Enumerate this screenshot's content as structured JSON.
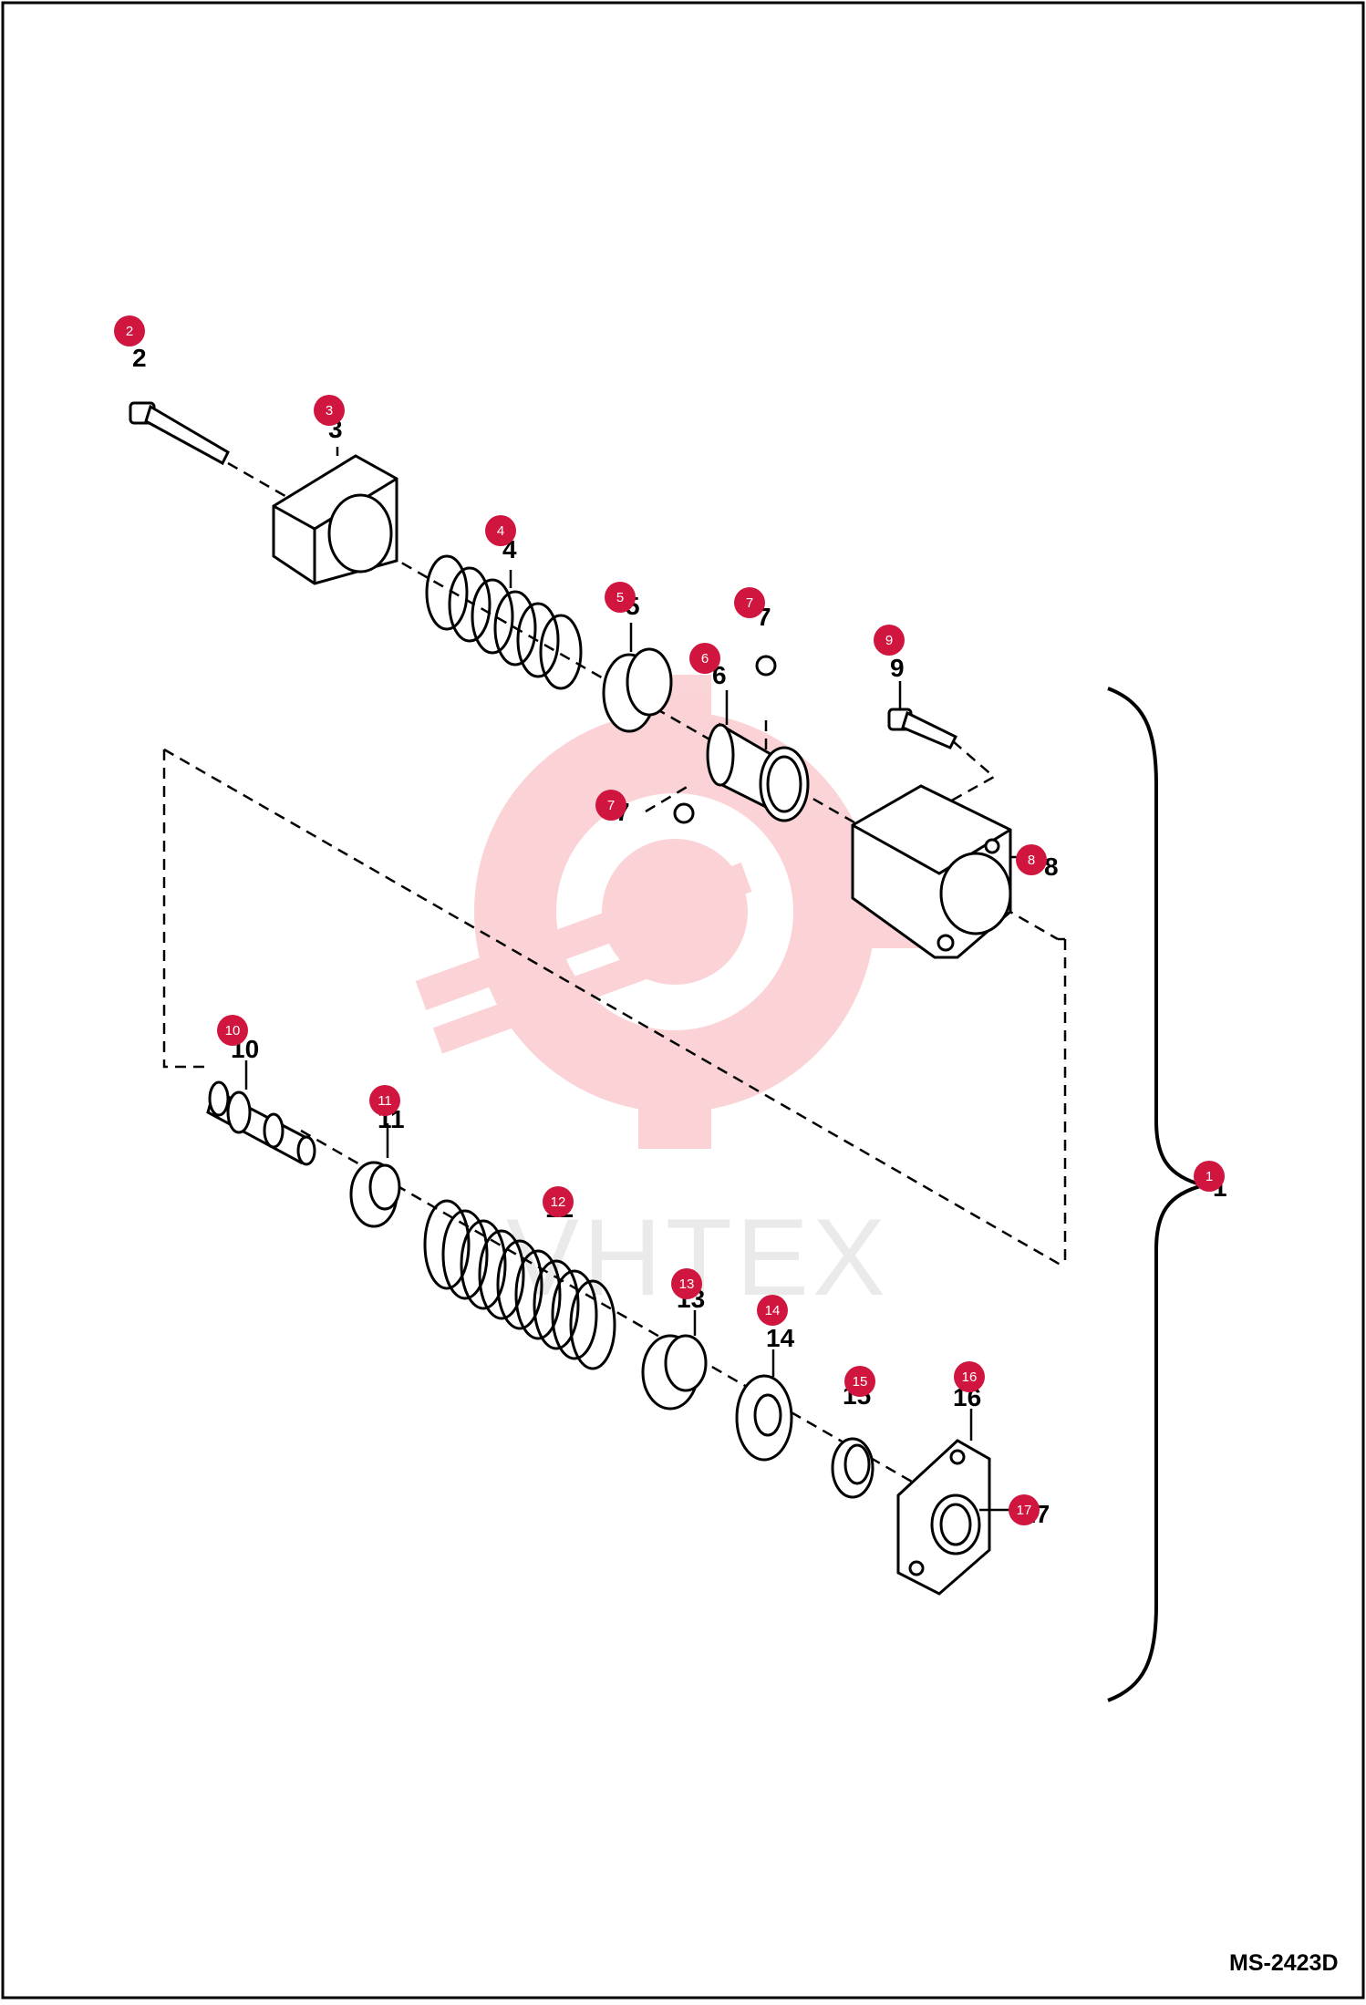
{
  "diagram": {
    "drawing_code": "MS-2423D",
    "watermark": "VHTEX",
    "badge_color": "#d0163e",
    "parts": [
      {
        "id": 1,
        "label": "1"
      },
      {
        "id": 2,
        "label": "2"
      },
      {
        "id": 3,
        "label": "3"
      },
      {
        "id": 4,
        "label": "4"
      },
      {
        "id": 5,
        "label": "5"
      },
      {
        "id": 6,
        "label": "6"
      },
      {
        "id": 7,
        "label": "7"
      },
      {
        "id": 8,
        "label": "8"
      },
      {
        "id": 9,
        "label": "9"
      },
      {
        "id": 10,
        "label": "10"
      },
      {
        "id": 11,
        "label": "11"
      },
      {
        "id": 12,
        "label": "12"
      },
      {
        "id": 13,
        "label": "13"
      },
      {
        "id": 14,
        "label": "14"
      },
      {
        "id": 15,
        "label": "15"
      },
      {
        "id": 16,
        "label": "16"
      },
      {
        "id": 17,
        "label": "17"
      }
    ]
  }
}
